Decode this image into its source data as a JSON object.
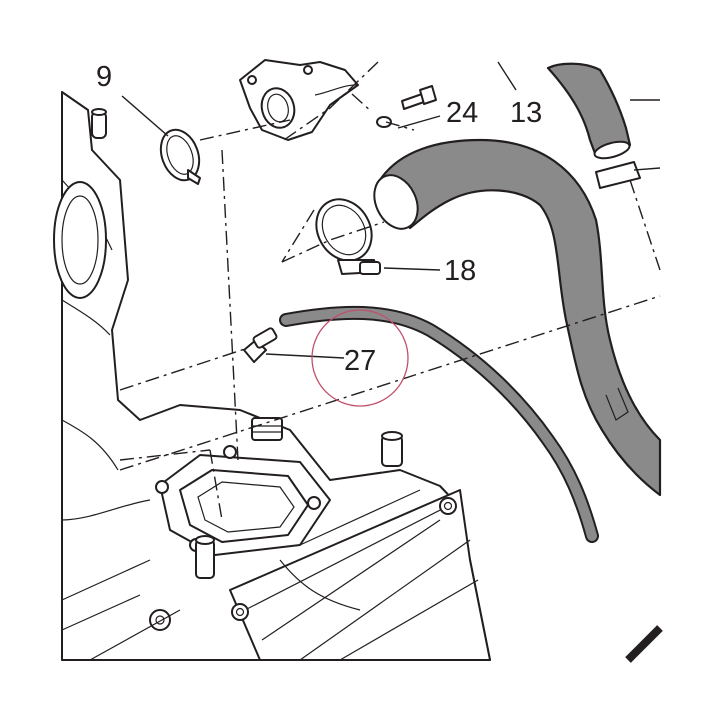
{
  "diagram": {
    "callouts": [
      {
        "id": "9",
        "label": "9"
      },
      {
        "id": "24",
        "label": "24"
      },
      {
        "id": "13",
        "label": "13"
      },
      {
        "id": "18",
        "label": "18"
      },
      {
        "id": "27",
        "label": "27"
      }
    ],
    "highlight": {
      "color": "#c0506a",
      "target": "27"
    },
    "colors": {
      "ink": "#231f20",
      "hose": "#8a8a8a",
      "paper": "#ffffff"
    }
  }
}
